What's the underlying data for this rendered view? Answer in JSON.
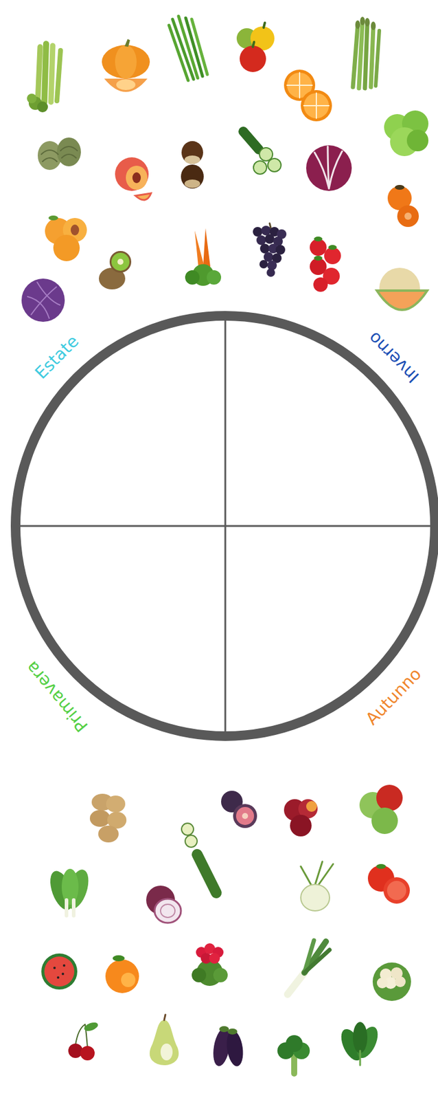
{
  "diagram": {
    "labels": [
      "Estate",
      "Inverno",
      "Primavera",
      "Autunno"
    ]
  }
}
